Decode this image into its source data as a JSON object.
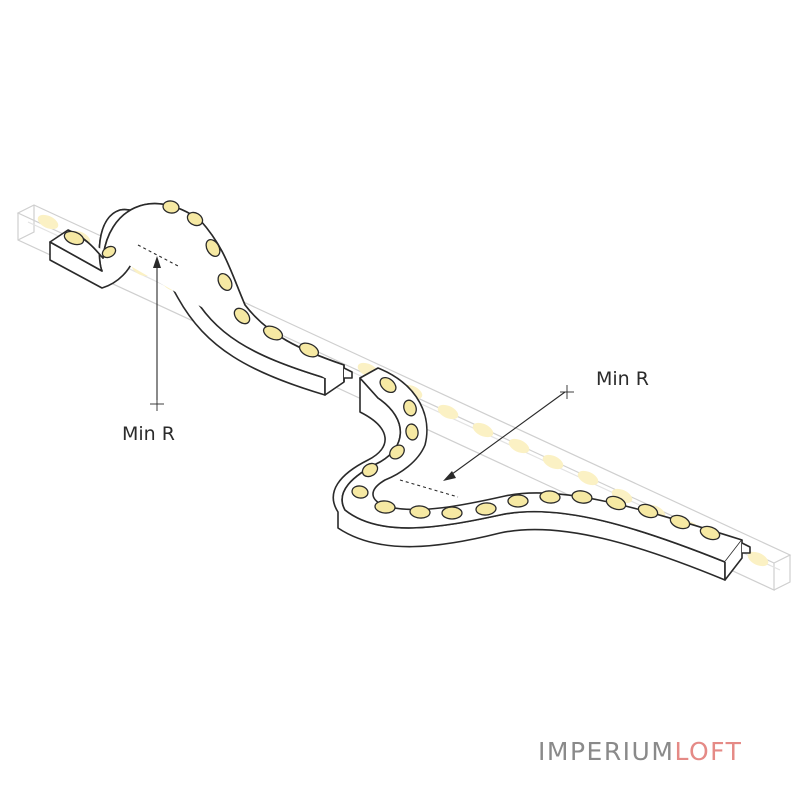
{
  "labels": {
    "min_r_left": "Min R",
    "min_r_right": "Min R"
  },
  "brand": {
    "part1": "IMPERIUM",
    "part2": "LOFT",
    "color1": "#8a8a8a",
    "color2": "#e58a86"
  },
  "colors": {
    "outline": "#2a2a2a",
    "led_fill": "#f6e9a3",
    "led_ghost": "#fbf1c4",
    "profile_outline": "#cfcfcf"
  }
}
